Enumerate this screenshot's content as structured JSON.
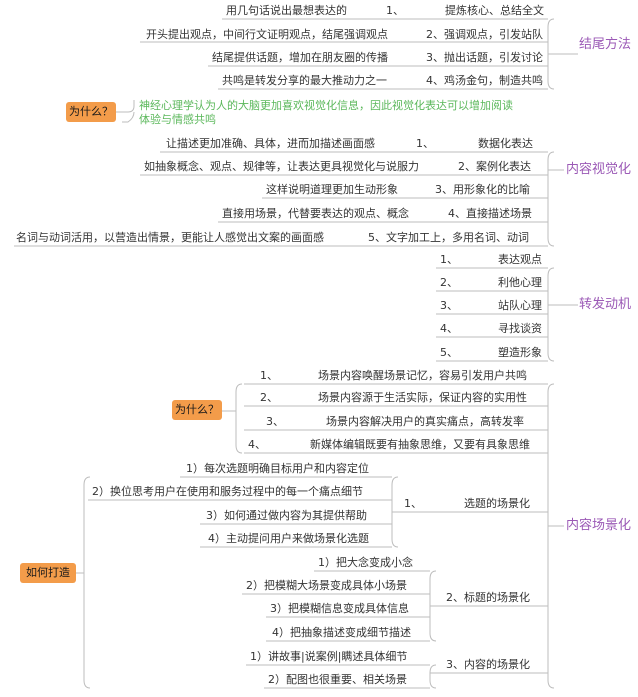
{
  "colors": {
    "line": "#bdbdbd",
    "branch": "#9b59b6",
    "badge": "#f39c4a",
    "note": "#5cb85c"
  },
  "sections": {
    "ending": {
      "title": "结尾方法",
      "items": [
        {
          "num": "1、",
          "label": "提炼核心、总结全文",
          "detail": "用几句话说出最想表达的"
        },
        {
          "num": "2、",
          "label": "强调观点，引发站队",
          "detail": "开头提出观点，中间行文证明观点，结尾强调观点"
        },
        {
          "num": "3、",
          "label": "抛出话题，引发讨论",
          "detail": "结尾提供话题，增加在朋友圈的传播"
        },
        {
          "num": "4、",
          "label": "鸡汤金句，制造共鸣",
          "detail": "共鸣是转发分享的最大推动力之一"
        }
      ]
    },
    "visual": {
      "title": "内容视觉化",
      "why_badge": "为什么？",
      "why_note": "神经心理学认为人的大脑更加喜欢视觉化信息，因此视觉化表达可以增加阅读体验与情感共鸣",
      "items": [
        {
          "num": "1、",
          "label": "数据化表达",
          "detail": "让描述更加准确、具体，进而加描述画面感"
        },
        {
          "num": "2、",
          "label": "案例化表达",
          "detail": "如抽象概念、观点、规律等，让表达更具视觉化与说服力"
        },
        {
          "num": "3、",
          "label": "用形象化的比喻",
          "detail": "这样说明道理更加生动形象"
        },
        {
          "num": "4、",
          "label": "直接描述场景",
          "detail": "直接用场景，代替要表达的观点、概念"
        },
        {
          "num": "5、",
          "label": "文字加工上，多用名词、动词",
          "detail": "名词与动词活用，以营造出情景，更能让人感觉出文案的画面感"
        }
      ]
    },
    "forward": {
      "title": "转发动机",
      "items": [
        {
          "num": "1、",
          "label": "表达观点"
        },
        {
          "num": "2、",
          "label": "利他心理"
        },
        {
          "num": "3、",
          "label": "站队心理"
        },
        {
          "num": "4、",
          "label": "寻找谈资"
        },
        {
          "num": "5、",
          "label": "塑造形象"
        }
      ]
    },
    "scene": {
      "title": "内容场景化",
      "why_badge": "为什么？",
      "why_items": [
        {
          "num": "1、",
          "label": "场景内容唤醒场景记忆，容易引发用户共鸣"
        },
        {
          "num": "2、",
          "label": "场景内容源于生活实际，保证内容的实用性"
        },
        {
          "num": "3、",
          "label": "场景内容解决用户的真实痛点，高转发率"
        },
        {
          "num": "4、",
          "label": "新媒体编辑既要有抽象思维，又要有具象思维"
        }
      ],
      "how_badge": "如何打造",
      "how_items": [
        {
          "num": "1、",
          "label": "选题的场景化",
          "details": [
            "1）每次选题明确目标用户和内容定位",
            "2）换位思考用户在使用和服务过程中的每一个痛点细节",
            "3）如何通过做内容为其提供帮助",
            "4）主动提问用户来做场景化选题"
          ]
        },
        {
          "num": "2、",
          "label": "标题的场景化",
          "details": [
            "1）把大念变成小念",
            "2）把模糊大场景变成具体小场景",
            "3）把模糊信息变成具体信息",
            "4）把抽象描述变成细节描述"
          ]
        },
        {
          "num": "3、",
          "label": "内容的场景化",
          "details": [
            "1）讲故事|说案例|瞒述具体细节",
            "2）配图也很重要、相关场景"
          ]
        }
      ]
    }
  }
}
